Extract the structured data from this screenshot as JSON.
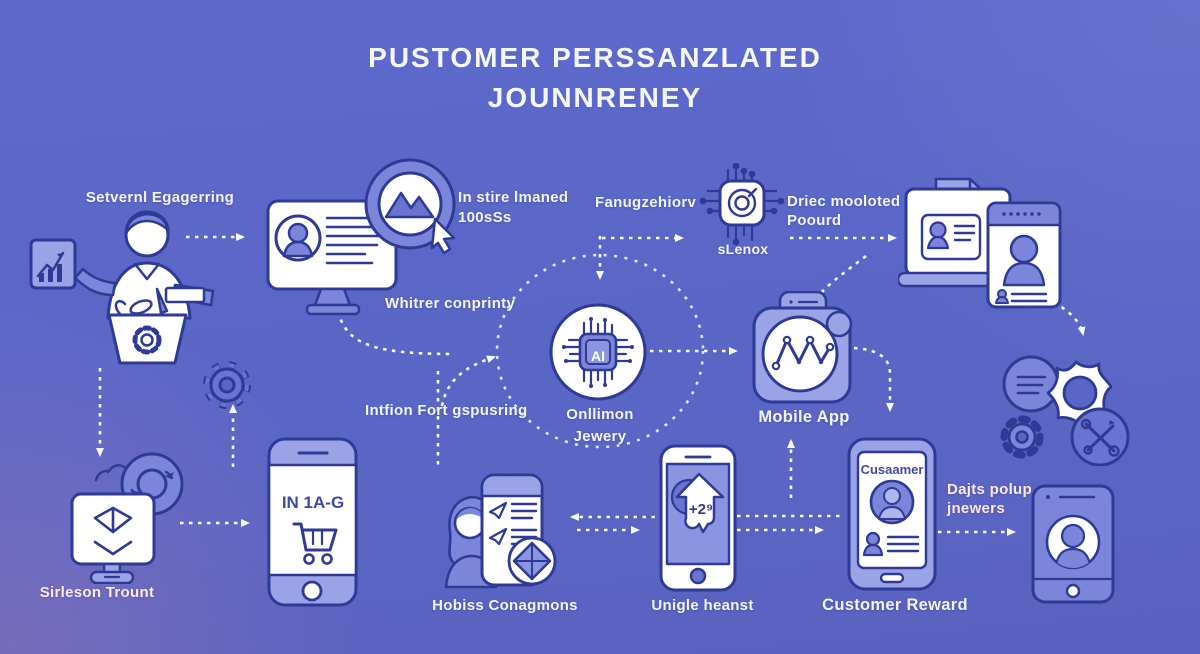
{
  "title": {
    "line1": "PUSTOMER PERSSANZLATED",
    "line2": "JOUNNRENEY"
  },
  "labels": {
    "stage1": "Setvernl Egagerring",
    "instore_line1": "In stire lmaned",
    "instore_line2": "100sSs",
    "whitrer": "Whitrer conprinty",
    "fanug": "Fanugzehiorv",
    "slenox": "sLenox",
    "driec_line1": "Driec mooloted",
    "driec_line2": "Poourd",
    "ai_line1": "Onllimon",
    "ai_line2": "Jewery",
    "ai_chip": "AI",
    "mobile_app": "Mobile App",
    "intfion": "Intfion Fort gspusring",
    "sirleson": "Sirleson Trount",
    "phone_screen": "IN 1A-G",
    "hobiss": "Hobiss Conagmons",
    "unigle": "Unigle heanst",
    "bubble": "+2⁹",
    "customer_reward": "Customer Reward",
    "cusaamer": "Cusaamer",
    "dajts_line1": "Dajts polup",
    "dajts_line2": "jnewers"
  },
  "icons": {
    "person-shopper-icon": "person with shopping basket and chart card",
    "monitor-profile-icon": "monitor showing user profile",
    "magnifier-image-icon": "magnifier over picture with cursor",
    "ai-chip-circle-icon": "AI chip in circle",
    "slenox-chip-icon": "circuit chip with target",
    "laptop-id-icon": "laptop with id badge and profile card",
    "mobile-app-icon": "app tile with activity graph",
    "gear-icon": "gear",
    "shield-cluster-icon": "shield with gear and tools",
    "box-monitor-icon": "monitor with 3d box and sync circle",
    "phone-cart-icon": "phone with shopping cart",
    "person-docs-icon": "person with itinerary document and compass",
    "phone-bubble-icon": "phone with notification bubble",
    "phone-reward-icon": "phone with customer profile",
    "phone-avatar-icon": "phone with avatar"
  },
  "colors": {
    "background": "#5a66c6",
    "outline": "#2e3a96",
    "fill_mid": "#7b85d9",
    "fill_light": "#9aa3e6",
    "white": "#ffffff",
    "text": "#f2f4ff",
    "text_pink": "#ffe7ec"
  }
}
